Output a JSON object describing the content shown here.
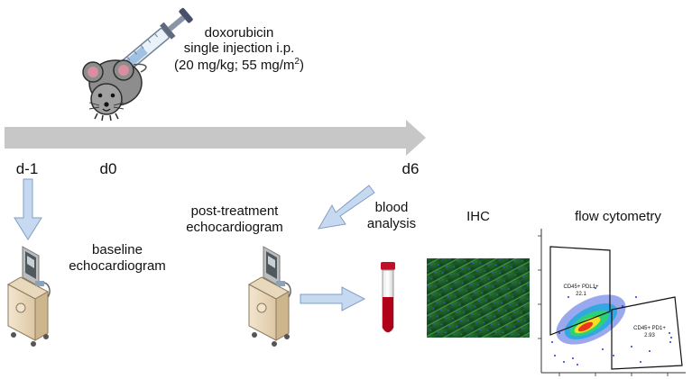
{
  "injection": {
    "line1": "doxorubicin",
    "line2": "single injection i.p.",
    "line3_prefix": "(20 mg/kg; 55 mg/m",
    "line3_sup": "2",
    "line3_suffix": ")"
  },
  "timeline": {
    "labels": {
      "d_minus_1": "d-1",
      "d0": "d0",
      "d6": "d6"
    }
  },
  "baseline": {
    "line1": "baseline",
    "line2": "echocardiogram"
  },
  "post_treatment": {
    "line1": "post-treatment",
    "line2": "echocardiogram"
  },
  "blood": {
    "line1": "blood",
    "line2": "analysis"
  },
  "ihc": {
    "label": "IHC"
  },
  "flow": {
    "label": "flow cytometry",
    "gate1": {
      "line1": "CD45+ PDL1+",
      "line2": "22.1"
    },
    "gate2": {
      "line1": "CD45+ PD1+",
      "line2": "2.93"
    }
  },
  "colors": {
    "timeline_arrow": "#c7c7c7",
    "blue_arrow_fill": "#c6d9f1",
    "blue_arrow_stroke": "#7f9fc7",
    "blood": "#b0001a",
    "ihc_green": "#2f8a35",
    "ihc_blue": "#3a5fd0"
  }
}
